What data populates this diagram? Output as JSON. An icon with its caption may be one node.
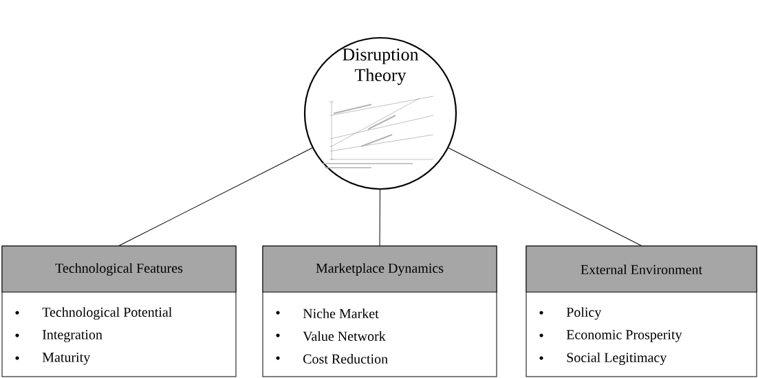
{
  "diagram": {
    "nodes": [
      {
        "text": [
          "Disruption Theory"
        ]
      },
      {
        "text": [
          "Technological Features",
          "Technological Potential",
          "Integration",
          "Maturity"
        ]
      },
      {
        "text": [
          "Marketplace Dynamics",
          "Niche Market",
          "Value Network",
          "Cost Reduction"
        ]
      },
      {
        "text": [
          "External Environment",
          "Policy",
          "Economic Prosperity",
          "Social Legitimacy"
        ]
      }
    ],
    "edges": [
      {
        "from": 0,
        "to": 1,
        "arrow": "none"
      },
      {
        "from": 0,
        "to": 2,
        "arrow": "none"
      },
      {
        "from": 0,
        "to": 3,
        "arrow": "none"
      }
    ]
  }
}
